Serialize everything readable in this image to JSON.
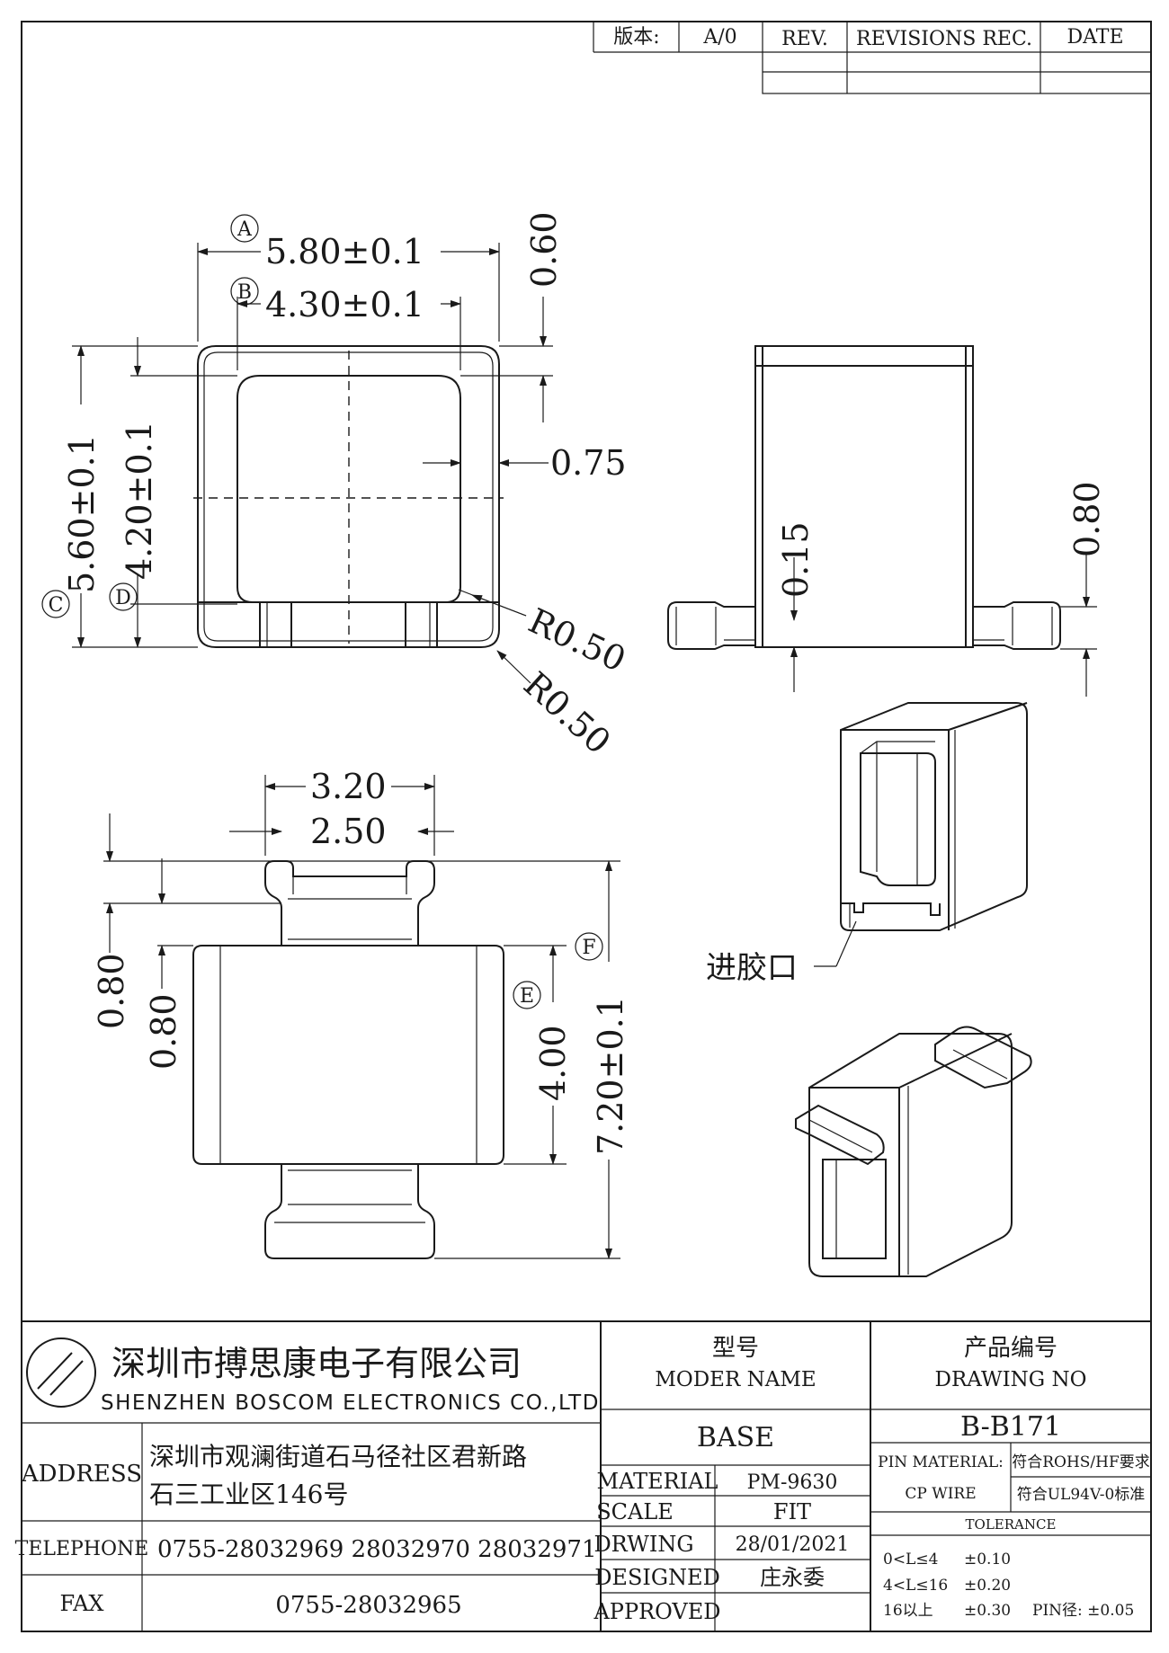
{
  "revision_block": {
    "version_label": "版本:",
    "version_value": "A/0",
    "rev_header": "REV.",
    "revisions_header": "REVISIONS REC.",
    "date_header": "DATE"
  },
  "dimensions": {
    "width_outer": "5.80±0.1",
    "width_inner": "4.30±0.1",
    "wall_top": "0.60",
    "wall_side": "0.75",
    "height_outer": "5.60±0.1",
    "height_inner": "4.20±0.1",
    "radius_inner": "R0.50",
    "radius_outer": "R0.50",
    "side_015": "0.15",
    "side_080": "0.80",
    "bottom_320": "3.20",
    "bottom_250": "2.50",
    "bottom_080a": "0.80",
    "bottom_080b": "0.80",
    "bottom_400": "4.00",
    "bottom_720": "7.20±0.1"
  },
  "markers": {
    "a": "A",
    "b": "B",
    "c": "C",
    "d": "D",
    "e": "E",
    "f": "F"
  },
  "gate_label": "进胶口",
  "title_block": {
    "company_cn": "深圳市搏思康电子有限公司",
    "company_en": "SHENZHEN BOSCOM ELECTRONICS CO.,LTD",
    "address_label": "ADDRESS",
    "address_line1": "深圳市观澜街道石马径社区君新路",
    "address_line2": "石三工业区146号",
    "telephone_label": "TELEPHONE",
    "telephone_value": "0755-28032969 28032970 28032971",
    "fax_label": "FAX",
    "fax_value": "0755-28032965",
    "model_cn": "型号",
    "model_en": "MODER NAME",
    "model_value": "BASE",
    "drawing_cn": "产品编号",
    "drawing_en": "DRAWING NO",
    "drawing_value": "B-B171",
    "material_label": "MATERIAL",
    "material_value": "PM-9630",
    "scale_label": "SCALE",
    "scale_value": "FIT",
    "drawing_date_label": "DRWING",
    "drawing_date_value": "28/01/2021",
    "designed_label": "DESIGNED",
    "designed_value": "庄永委",
    "approved_label": "APPROVED",
    "pin_material_label": "PIN MATERIAL:",
    "pin_material_value": "CP WIRE",
    "rohs_note": "符合ROHS/HF要求",
    "ul_note": "符合UL94V-0标准",
    "tolerance_header": "TOLERANCE",
    "tol_row1_range": "0<L≤4",
    "tol_row1_value": "±0.10",
    "tol_row2_range": "4<L≤16",
    "tol_row2_value": "±0.20",
    "tol_row3_range": "16以上",
    "tol_row3_value": "±0.30",
    "tol_pin": "PIN径: ±0.05"
  }
}
